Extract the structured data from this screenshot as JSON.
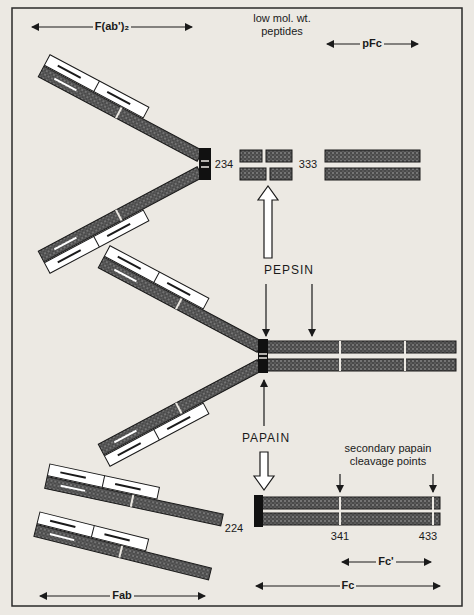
{
  "diagram": {
    "labels": [
      "F(ab')₂",
      "low mol. wt. peptides",
      "pFc",
      "234",
      "333",
      "PEPSIN",
      "PAPAIN",
      "secondary papain cleavage points",
      "224",
      "341",
      "433",
      "Fc'",
      "Fc",
      "Fab"
    ]
  }
}
